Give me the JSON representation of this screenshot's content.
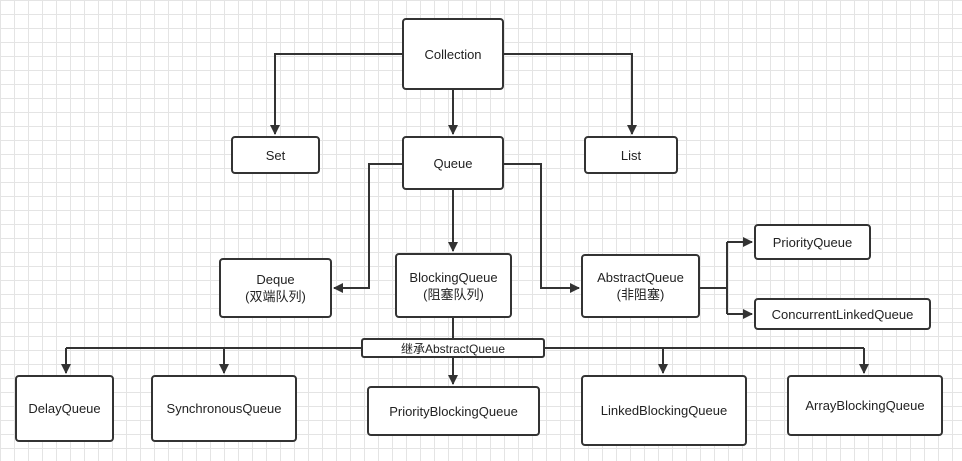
{
  "nodes": {
    "collection": "Collection",
    "set": "Set",
    "queue": "Queue",
    "list": "List",
    "deque": [
      "Deque",
      "(双端队列)"
    ],
    "blocking_queue": [
      "BlockingQueue",
      "(阻塞队列)"
    ],
    "abstract_queue": [
      "AbstractQueue",
      "(非阻塞)"
    ],
    "priority_queue": "PriorityQueue",
    "concurrent_linked_queue": "ConcurrentLinkedQueue",
    "delay_queue": "DelayQueue",
    "synchronous_queue": "SynchronousQueue",
    "priority_blocking_queue": "PriorityBlockingQueue",
    "linked_blocking_queue": "LinkedBlockingQueue",
    "array_blocking_queue": "ArrayBlockingQueue"
  },
  "edge_label": "继承AbstractQueue",
  "colors": {
    "line": "#333333",
    "grid": "#e4e4e4",
    "background": "#ffffff"
  }
}
